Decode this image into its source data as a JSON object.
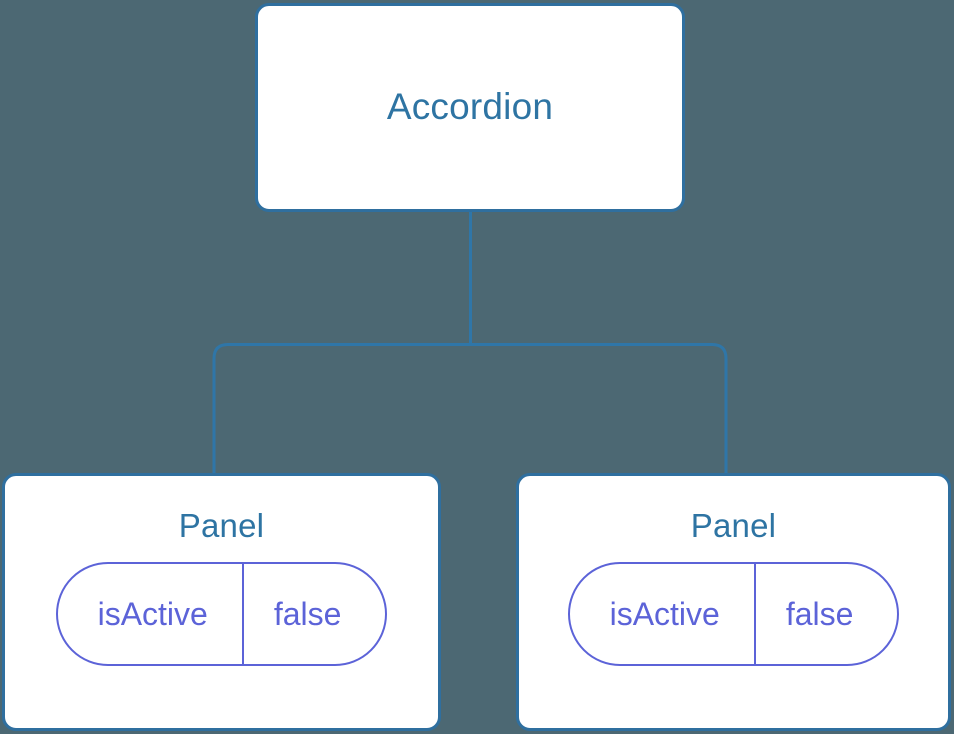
{
  "diagram": {
    "type": "component-tree",
    "background_color": "#4c6873",
    "node_border_color": "#2f6f9f",
    "node_title_color": "#2e74a3",
    "prop_color": "#5c63d8",
    "connector_color": "#2f76a8"
  },
  "root": {
    "title": "Accordion"
  },
  "children": [
    {
      "title": "Panel",
      "props": [
        {
          "key": "isActive",
          "value": "false"
        }
      ]
    },
    {
      "title": "Panel",
      "props": [
        {
          "key": "isActive",
          "value": "false"
        }
      ]
    }
  ]
}
